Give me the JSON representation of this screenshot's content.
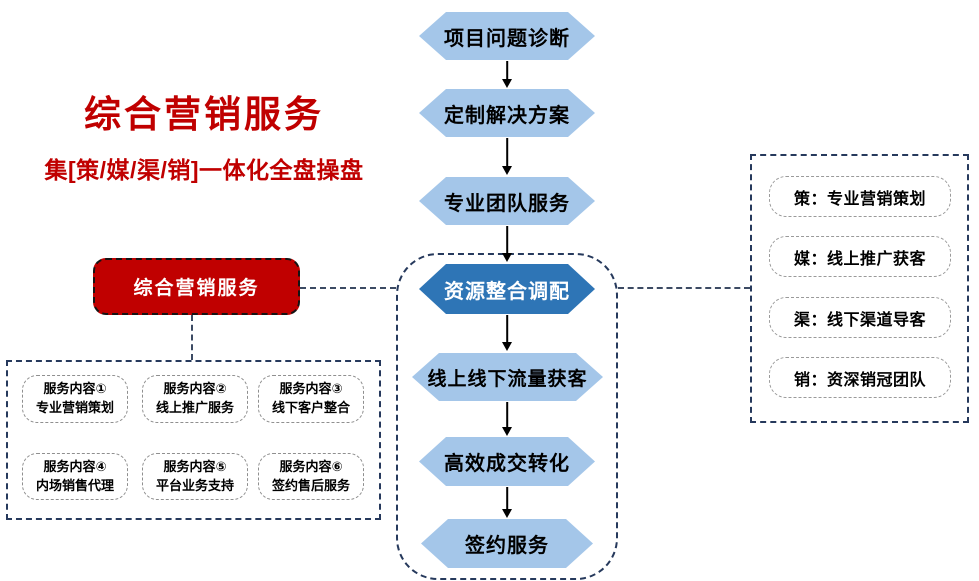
{
  "headline": {
    "title": "综合营销服务",
    "subtitle": "集[策/媒/渠/销]一体化全盘操盘"
  },
  "red_box": {
    "label": "综合营销服务"
  },
  "flow": {
    "steps": [
      {
        "label": "项目问题诊断",
        "emphasis": false
      },
      {
        "label": "定制解决方案",
        "emphasis": false
      },
      {
        "label": "专业团队服务",
        "emphasis": false
      },
      {
        "label": "资源整合调配",
        "emphasis": true
      },
      {
        "label": "线上线下流量获客",
        "emphasis": false
      },
      {
        "label": "高效成交转化",
        "emphasis": false
      },
      {
        "label": "签约服务",
        "emphasis": false
      }
    ]
  },
  "services_box": {
    "items": [
      {
        "line1": "服务内容①",
        "line2": "专业营销策划"
      },
      {
        "line1": "服务内容②",
        "line2": "线上推广服务"
      },
      {
        "line1": "服务内容③",
        "line2": "线下客户整合"
      },
      {
        "line1": "服务内容④",
        "line2": "内场销售代理"
      },
      {
        "line1": "服务内容⑤",
        "line2": "平台业务支持"
      },
      {
        "line1": "服务内容⑥",
        "line2": "签约售后服务"
      }
    ]
  },
  "legend_box": {
    "items": [
      {
        "label": "策：专业营销策划"
      },
      {
        "label": "媒：线上推广获客"
      },
      {
        "label": "渠：线下渠道导客"
      },
      {
        "label": "销：资深销冠团队"
      }
    ]
  },
  "colors": {
    "accent_red": "#C00000",
    "flow_light_blue": "#A4C6E9",
    "flow_dark_blue": "#2E75B6",
    "frame_dash": "#26395C"
  }
}
